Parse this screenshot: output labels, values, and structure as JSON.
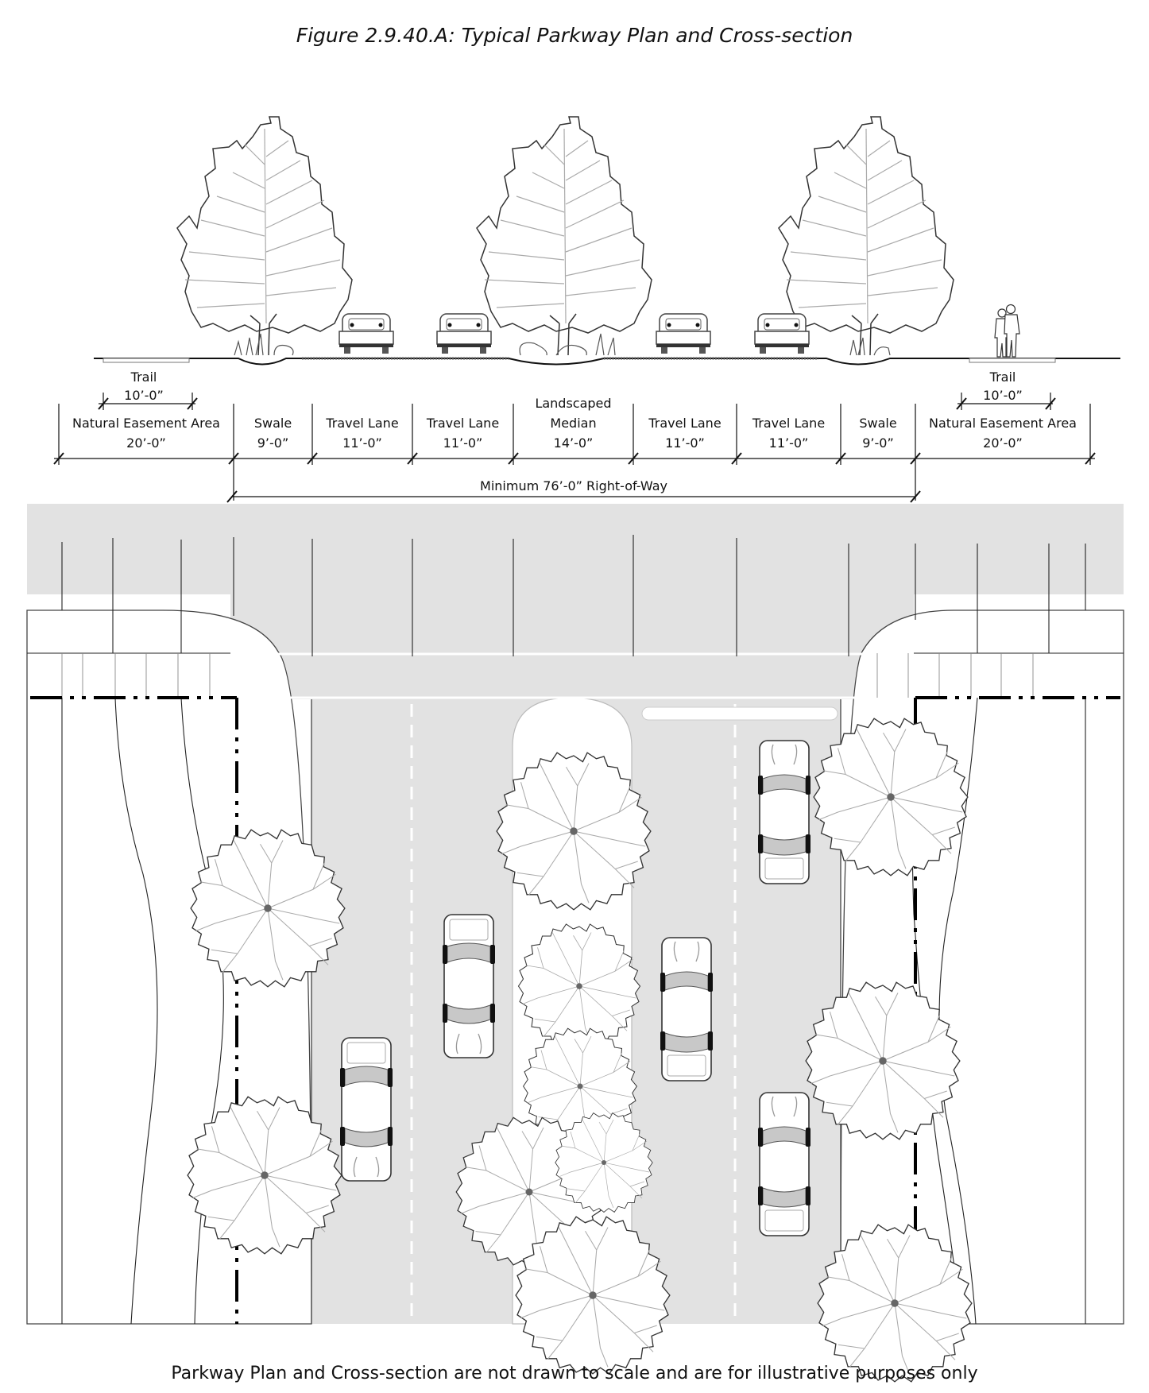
{
  "title": "Figure 2.9.40.A: Typical Parkway Plan and Cross-section",
  "footnote": "Parkway Plan and Cross-section are not drawn to scale and are for illustrative purposes only",
  "cross_section": {
    "segments": [
      {
        "name": "Natural Easement Area",
        "dimension": "20’-0”"
      },
      {
        "name": "Swale",
        "dimension": "9’-0”"
      },
      {
        "name": "Travel Lane",
        "dimension": "11’-0”"
      },
      {
        "name": "Travel Lane",
        "dimension": "11’-0”"
      },
      {
        "name_line1": "Landscaped",
        "name": "Median",
        "dimension": "14’-0”"
      },
      {
        "name": "Travel Lane",
        "dimension": "11’-0”"
      },
      {
        "name": "Travel Lane",
        "dimension": "11’-0”"
      },
      {
        "name": "Swale",
        "dimension": "9’-0”"
      },
      {
        "name": "Natural Easement Area",
        "dimension": "20’-0”"
      }
    ],
    "trail_left": {
      "name": "Trail",
      "dimension": "10’-0”"
    },
    "trail_right": {
      "name": "Trail",
      "dimension": "10’-0”"
    },
    "right_of_way": "Minimum 76’-0” Right-of-Way"
  },
  "colors": {
    "pavement": "#e2e2e2",
    "line": "#111111",
    "tree_branch": "#aaaaaa",
    "lane_marking": "#ffffff",
    "tree_trunk_dot": "#666666"
  },
  "icons": {
    "elevation_tree": "deciduous-tree-elevation-icon",
    "plan_tree": "tree-canopy-plan-icon",
    "car_front": "car-front-view-icon",
    "car_top": "car-top-view-icon",
    "pedestrians": "pedestrians-icon",
    "property_line": "dash-dot-property-line"
  }
}
